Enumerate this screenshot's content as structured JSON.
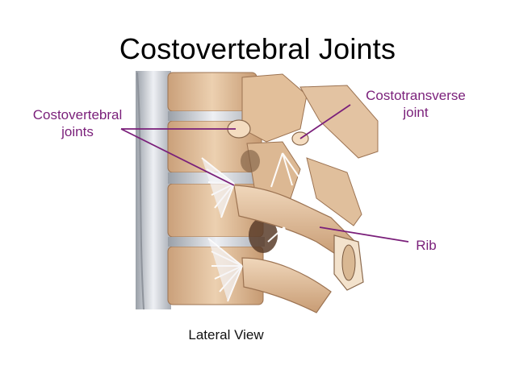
{
  "slide": {
    "title": "Costovertebral Joints",
    "labels": {
      "costovertebral_line1": "Costovertebral",
      "costovertebral_line2": "joints",
      "costotransverse_line1": "Costotransverse",
      "costotransverse_line2": "joint",
      "rib": "Rib"
    },
    "caption": "Lateral View"
  },
  "colors": {
    "label": "#7a1f7a",
    "leader_line": "#7a1f7a",
    "bone": "#e6c3a0",
    "bone_shadow": "#b98a62",
    "ligament": "#f1f1f3",
    "disc": "#d9dbe0",
    "dark_recess": "#6b4a33"
  }
}
